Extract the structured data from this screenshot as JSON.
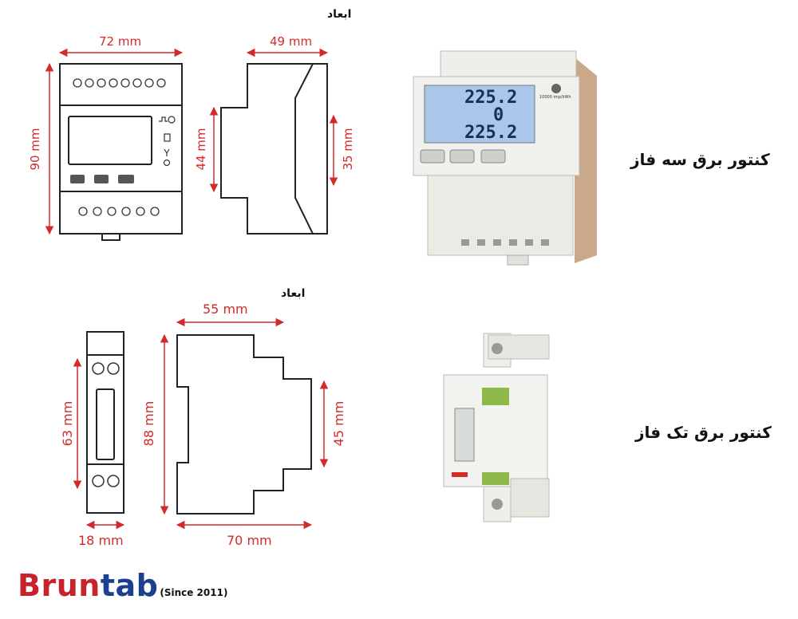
{
  "top": {
    "heading": "ابعاد",
    "width_label": "72 mm",
    "depth_label": "49 mm",
    "height_label": "90 mm",
    "inner_left_label": "44 mm",
    "inner_right_label": "35 mm",
    "product_label": "کنتور برق سه فاز",
    "display": {
      "line1": "225.2",
      "line2": "0",
      "line3": "225.2",
      "imp_label": "10000 imp/kWh"
    }
  },
  "bottom": {
    "heading": "ابعاد",
    "width_label": "18 mm",
    "depth_top_label": "55 mm",
    "depth_bottom_label": "70 mm",
    "front_height_label": "63 mm",
    "side_height_label": "88 mm",
    "side_inner_label": "45 mm",
    "product_label": "کنتور برق تک فاز"
  },
  "logo": {
    "part1": "Brun",
    "part2": "tab",
    "since": "(Since 2011)",
    "colors": {
      "part1": "#c8232c",
      "part2": "#1d3f8f"
    }
  }
}
